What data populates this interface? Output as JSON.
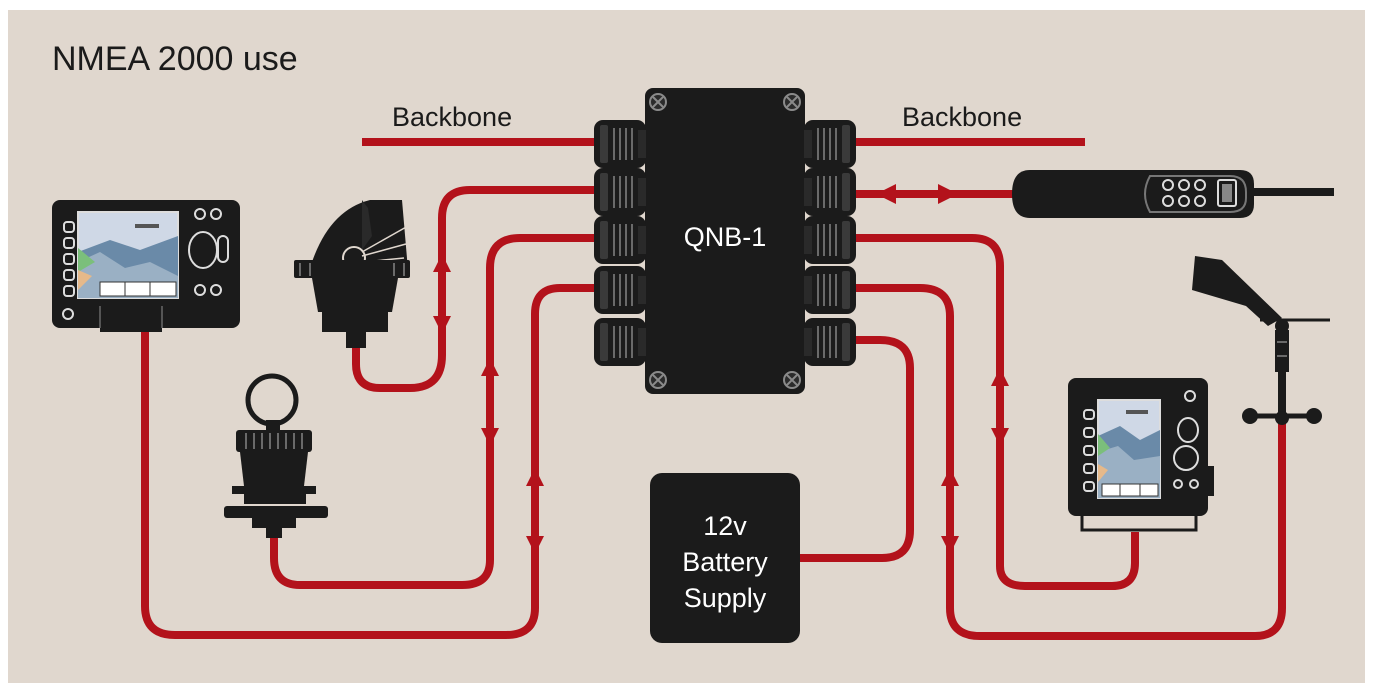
{
  "title": "NMEA 2000 use",
  "backbone": {
    "left_label": "Backbone",
    "right_label": "Backbone"
  },
  "hub": {
    "label": "QNB-1"
  },
  "battery": {
    "line1": "12v",
    "line2": "Battery",
    "line3": "Supply"
  },
  "colors": {
    "background": "#e0d7ce",
    "cable": "#b3121b",
    "device": "#1b1b1b",
    "screen_water": "#cfd8e6",
    "screen_land": "#6a8aa8"
  },
  "devices": [
    {
      "name": "chartplotter-left",
      "icon": "chartplotter-icon"
    },
    {
      "name": "transducer",
      "icon": "transducer-icon"
    },
    {
      "name": "depth-sensor",
      "icon": "sensor-icon"
    },
    {
      "name": "autopilot-remote",
      "icon": "remote-icon"
    },
    {
      "name": "wind-vane",
      "icon": "wind-vane-icon"
    },
    {
      "name": "chartplotter-right",
      "icon": "chartplotter-icon"
    }
  ]
}
